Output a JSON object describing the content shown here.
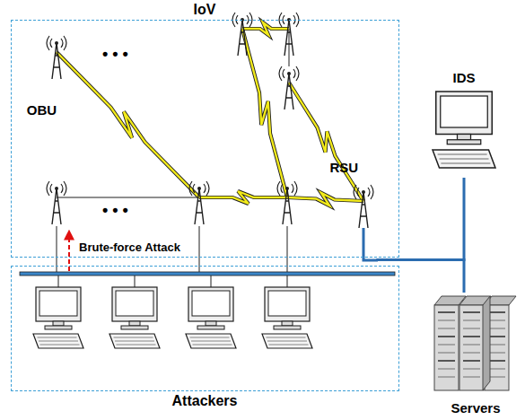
{
  "diagram": {
    "nodes": [
      {
        "text": [
          "IoV"
        ]
      },
      {
        "text": [
          "OBU"
        ],
        "in": 0
      },
      {
        "text": [
          "RSU"
        ],
        "in": 0
      },
      {
        "text": [
          "Attackers"
        ]
      },
      {
        "text": [
          "IDS"
        ]
      },
      {
        "text": [
          "Servers"
        ]
      }
    ],
    "edges": [
      {
        "from": 2,
        "to": 4,
        "arrow": "none"
      },
      {
        "from": 2,
        "to": 5,
        "arrow": "none"
      }
    ],
    "labels": [
      "• • •",
      "• • •",
      "Brute-force Attack"
    ]
  }
}
